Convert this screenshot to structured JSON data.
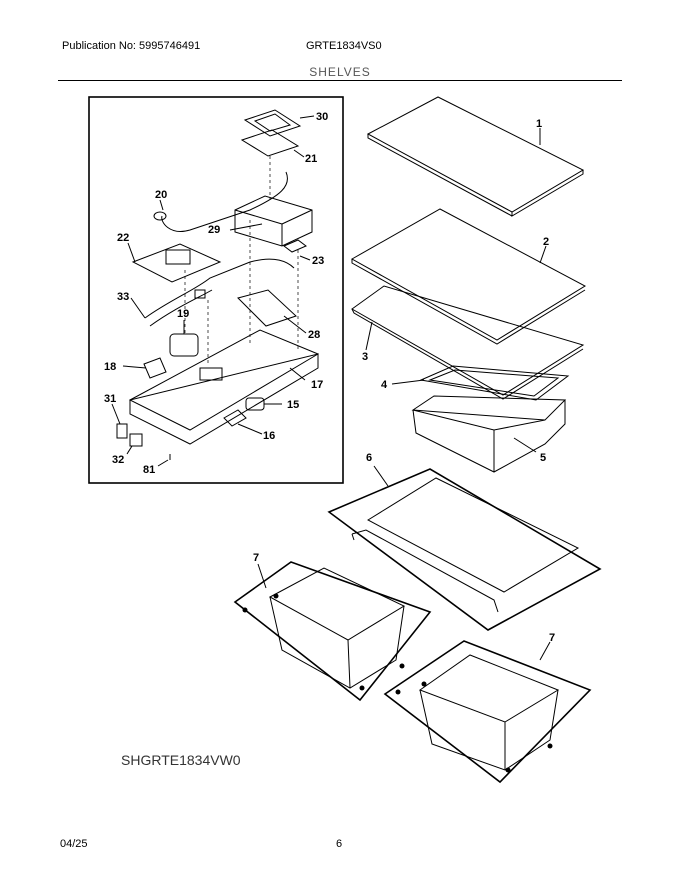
{
  "header": {
    "publication": "Publication No: 5995746491",
    "model": "GRTE1834VS0",
    "section": "SHELVES"
  },
  "diagram": {
    "callouts": [
      "1",
      "2",
      "3",
      "4",
      "5",
      "6",
      "7",
      "7",
      "15",
      "16",
      "17",
      "18",
      "19",
      "20",
      "21",
      "22",
      "23",
      "28",
      "29",
      "30",
      "31",
      "32",
      "33",
      "81"
    ]
  },
  "drawing_code": "SHGRTE1834VW0",
  "footer": {
    "date": "04/25",
    "page": "6"
  }
}
